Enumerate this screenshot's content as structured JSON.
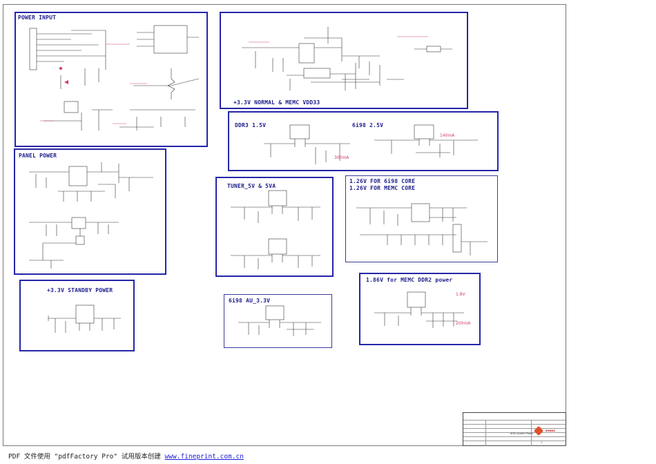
{
  "blocks": {
    "power_input": {
      "title": "POWER INPUT"
    },
    "normal_memc": {
      "title": "+3.3V NORMAL & MEMC VDD33"
    },
    "ddr3": {
      "title": "DDR3 1.5V",
      "note": "300mA"
    },
    "six98_25": {
      "title": "6i98 2.5V",
      "note": "140mA"
    },
    "panel_power": {
      "title": "PANEL POWER"
    },
    "tuner": {
      "title": "TUNER_5V & 5VA"
    },
    "core": {
      "title_line1": "1.26V FOR 6i98 CORE",
      "title_line2": "1.26V FOR MEMC CORE"
    },
    "standby": {
      "title": "+3.3V STANDBY POWER"
    },
    "au": {
      "title": "6i98 AU_3.3V"
    },
    "ddr2": {
      "title": "1.86V for MEMC DDR2 power",
      "note_current": "200mA",
      "note_voltage": "1.8V"
    }
  },
  "title_block": {
    "company": "KONKA",
    "sheet_name": "6i98 System Power",
    "page": "1"
  },
  "footer": {
    "text": "PDF 文件使用 \"pdfFactory Pro\" 试用版本创建 ",
    "link": "www.fineprint.com.cn"
  }
}
